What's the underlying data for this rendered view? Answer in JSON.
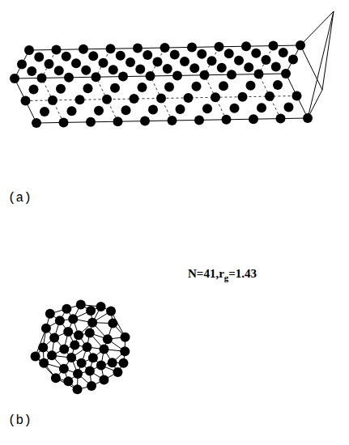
{
  "diagram": {
    "labels": [
      "(a)",
      "N=41,r",
      "g",
      "=1.43",
      "(b)"
    ]
  }
}
